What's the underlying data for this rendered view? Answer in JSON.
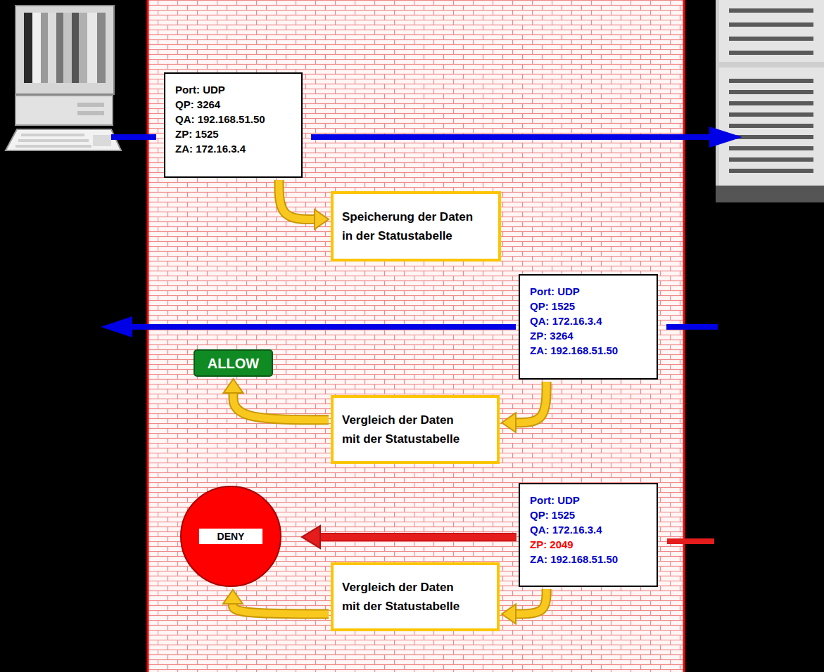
{
  "diagram": {
    "nodes": [
      {
        "text": [
          "Port: UDP",
          "QP: 3264",
          "QA: 192.168.51.50",
          "ZP: 1525",
          "ZA: 172.16.3.4"
        ]
      },
      {
        "text": [
          "Speicherung der Daten in der Statustabelle"
        ]
      },
      {
        "text": [
          "Port: UDP",
          "QP: 1525",
          "QA: 172.16.3.4",
          "ZP: 3264",
          "ZA: 192.168.51.50"
        ]
      },
      {
        "text": [
          "ALLOW"
        ]
      },
      {
        "text": [
          "Vergleich der Daten mit der Statustabelle"
        ]
      },
      {
        "text": [
          "Port: UDP",
          "QP: 1525",
          "QA: 172.16.3.4",
          "ZP: 2049",
          "ZA: 192.168.51.50"
        ]
      },
      {
        "text": [
          "DENY"
        ]
      },
      {
        "text": [
          "Vergleich der Daten mit der Statustabelle"
        ]
      }
    ],
    "edges": [
      {
        "from": 0,
        "to": 1,
        "arrow": "to"
      },
      {
        "from": 2,
        "to": 4,
        "arrow": "to"
      },
      {
        "from": 4,
        "to": 3,
        "arrow": "to"
      },
      {
        "from": 5,
        "to": 6,
        "arrow": "to"
      },
      {
        "from": 5,
        "to": 7,
        "arrow": "to"
      },
      {
        "from": 7,
        "to": 6,
        "arrow": "to"
      }
    ]
  }
}
